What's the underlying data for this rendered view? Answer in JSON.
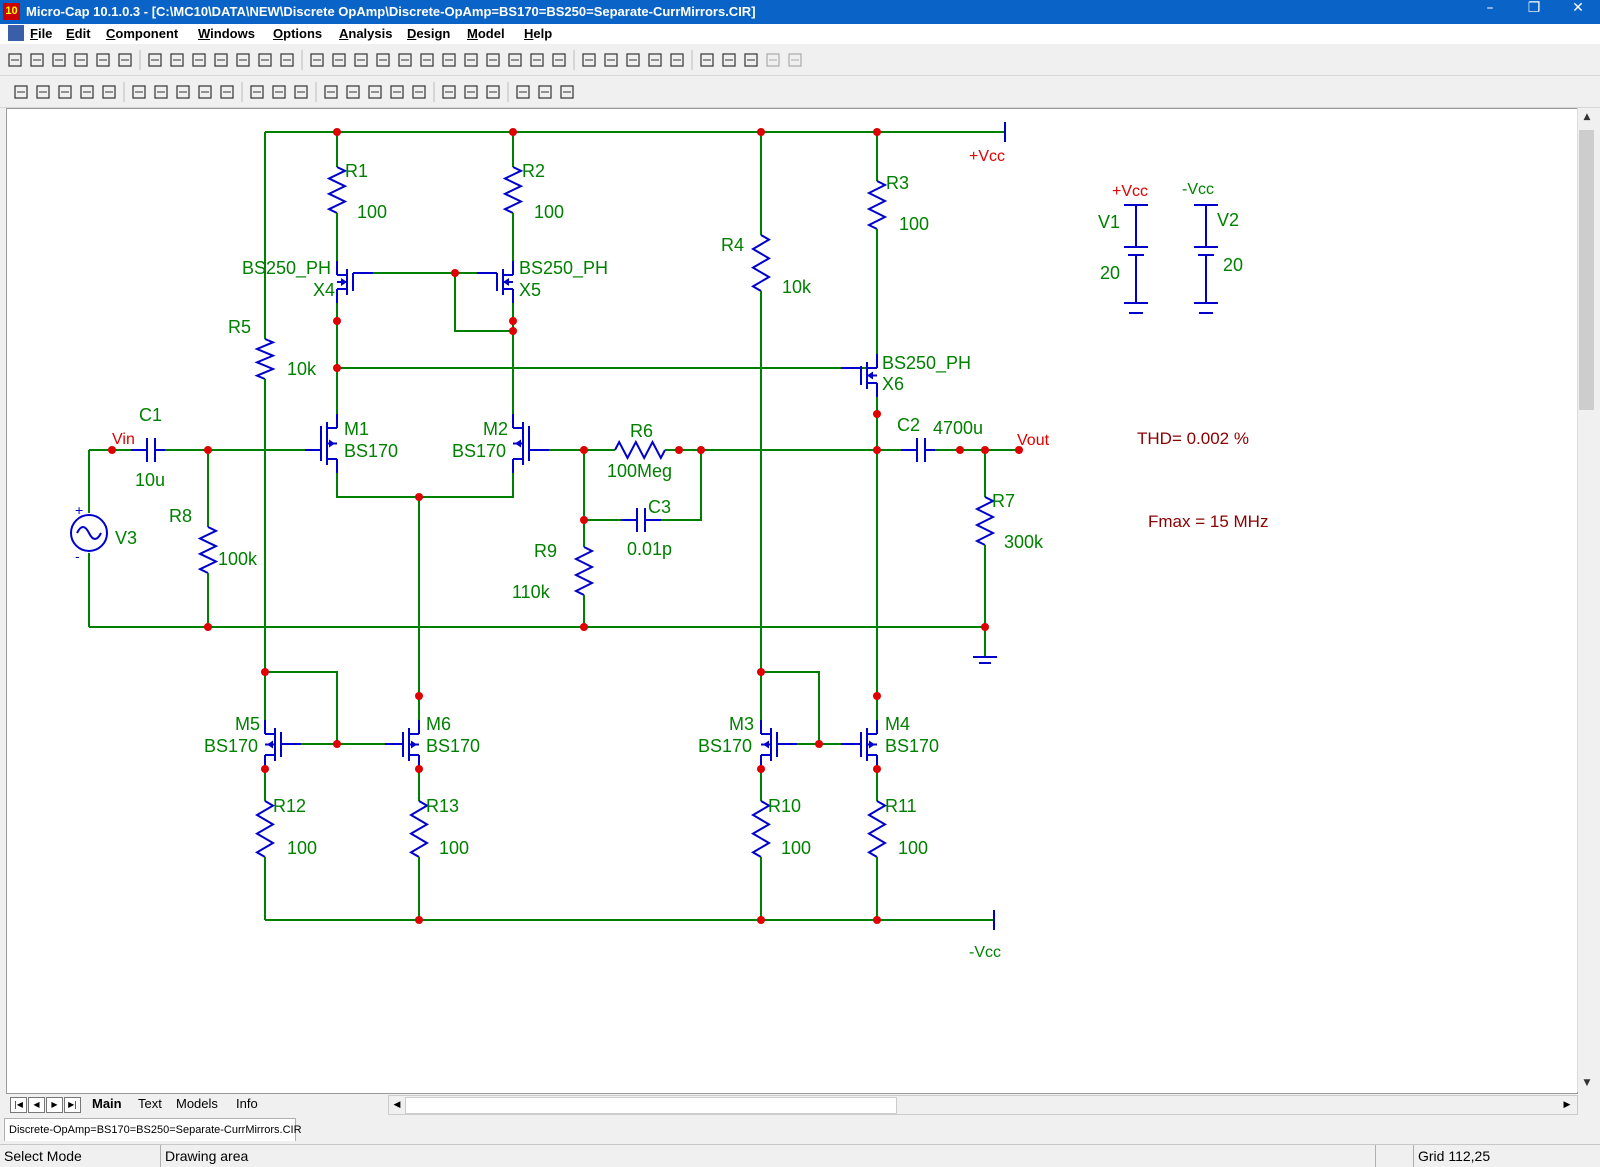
{
  "window": {
    "app_icon": "10",
    "title": "Micro-Cap 10.1.0.3 - [C:\\MC10\\DATA\\NEW\\Discrete OpAmp\\Discrete-OpAmp=BS170=BS250=Separate-CurrMirrors.CIR]",
    "minimize_icon": "minimize-icon",
    "restore_icon": "restore-icon",
    "close_icon": "close-icon"
  },
  "menu": {
    "items": [
      "File",
      "Edit",
      "Component",
      "Windows",
      "Options",
      "Analysis",
      "Design",
      "Model",
      "Help"
    ]
  },
  "toolbars": {
    "row1_icons": [
      "new-file-icon",
      "open-icon",
      "save-icon",
      "save-all-icon",
      "print-preview-icon",
      "print-icon",
      "undo-icon",
      "redo-icon",
      "cut-icon",
      "copy-icon",
      "paste-icon",
      "delete-icon",
      "clear-icon",
      "ground-icon",
      "resistor-icon",
      "capacitor-icon",
      "inductor-icon",
      "diode-icon",
      "battery-icon",
      "npn-icon",
      "opamp-icon",
      "switch-icon",
      "cap-icon",
      "transistor-icon",
      "cascade-icon",
      "tile-vertical-icon",
      "tile-horizontal-icon",
      "restore-windows-icon",
      "maximize-icon",
      "calculator-icon",
      "components-icon",
      "p-key-icon",
      "g-key-icon",
      "disabled-1-icon",
      "disabled-2-icon"
    ],
    "row2_icons": [
      "select-mode-icon",
      "wire-mode-icon",
      "text-mode-icon",
      "wire-icon",
      "line-icon",
      "info-icon",
      "graphics-icon",
      "flag-icon",
      "pin-icon",
      "help-icon",
      "point-tag-icon",
      "text-tag-icon",
      "find-icon",
      "rotate-icon",
      "mirror-icon",
      "pin-connect-icon",
      "node-numbers-icon",
      "grid-icon",
      "rectangle-icon",
      "zoom-in-icon",
      "zoom-out-icon",
      "flag-tool-icon",
      "camera-icon",
      "f-key-icon"
    ]
  },
  "schematic": {
    "wire_color": "#008000",
    "component_color": "#0000cc",
    "label_color": "#008000",
    "node_color": "#e00000",
    "net_color": "#e00000",
    "comment_color": "#8b0000",
    "parts": [
      {
        "ref": "R1",
        "value": "100"
      },
      {
        "ref": "R2",
        "value": "100"
      },
      {
        "ref": "R3",
        "value": "100"
      },
      {
        "ref": "R4",
        "value": "10k"
      },
      {
        "ref": "R5",
        "value": "10k"
      },
      {
        "ref": "R6",
        "value": "100Meg"
      },
      {
        "ref": "R7",
        "value": "300k"
      },
      {
        "ref": "R8",
        "value": "100k"
      },
      {
        "ref": "R9",
        "value": "110k"
      },
      {
        "ref": "R10",
        "value": "100"
      },
      {
        "ref": "R11",
        "value": "100"
      },
      {
        "ref": "R12",
        "value": "100"
      },
      {
        "ref": "R13",
        "value": "100"
      },
      {
        "ref": "C1",
        "value": "10u"
      },
      {
        "ref": "C2",
        "value": "4700u"
      },
      {
        "ref": "C3",
        "value": "0.01p"
      },
      {
        "ref": "V1",
        "value": "20"
      },
      {
        "ref": "V2",
        "value": "20"
      },
      {
        "ref": "V3",
        "value": ""
      },
      {
        "ref": "X4",
        "value": "BS250_PH"
      },
      {
        "ref": "X5",
        "value": "BS250_PH"
      },
      {
        "ref": "X6",
        "value": "BS250_PH"
      },
      {
        "ref": "M1",
        "value": "BS170"
      },
      {
        "ref": "M2",
        "value": "BS170"
      },
      {
        "ref": "M3",
        "value": "BS170"
      },
      {
        "ref": "M4",
        "value": "BS170"
      },
      {
        "ref": "M5",
        "value": "BS170"
      },
      {
        "ref": "M6",
        "value": "BS170"
      }
    ],
    "nets": {
      "vcc_top": "+Vcc",
      "vcc_v1": "+Vcc",
      "vee_v2": "-Vcc",
      "vee_bottom": "-Vcc",
      "vin": "Vin",
      "vout": "Vout"
    },
    "source_polarity": {
      "plus": "+",
      "minus": "-"
    },
    "annotations": {
      "thd": "THD= 0.002 %",
      "fmax": "Fmax = 15 MHz"
    }
  },
  "tabs": {
    "items": [
      "Main",
      "Text",
      "Models",
      "Info"
    ],
    "active": "Main"
  },
  "document_tab": "Discrete-OpAmp=BS170=BS250=Separate-CurrMirrors.CIR",
  "status": {
    "mode": "Select Mode",
    "area": "Drawing area",
    "grid": "Grid 112,25"
  }
}
